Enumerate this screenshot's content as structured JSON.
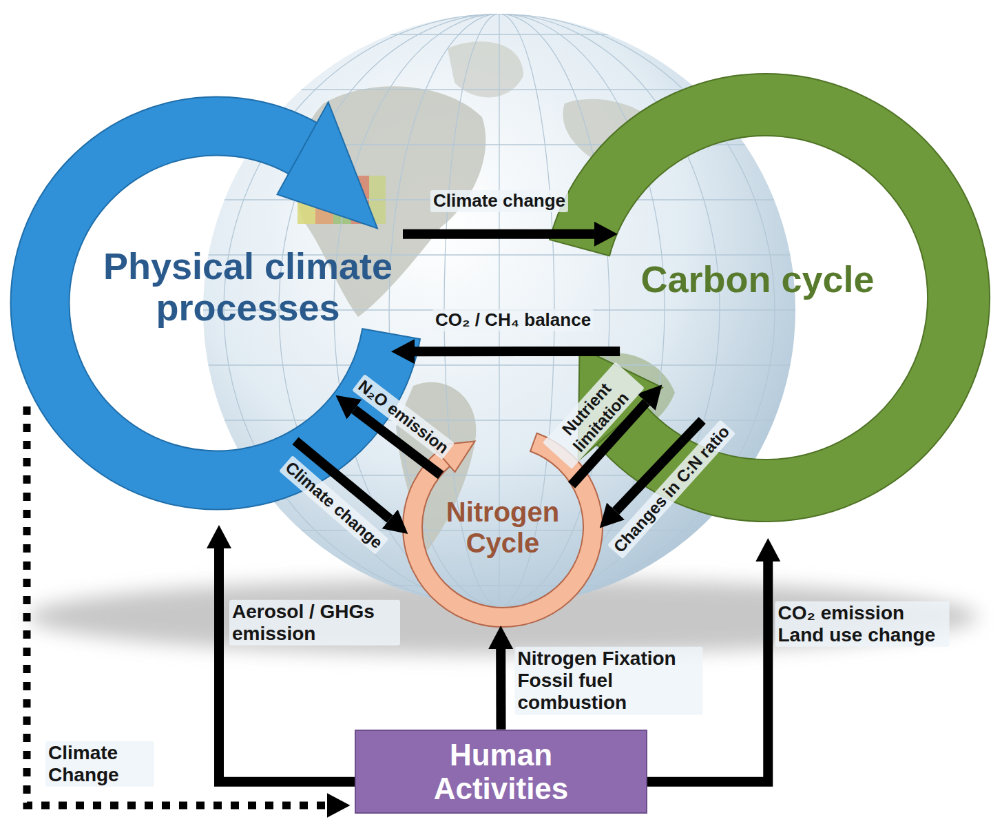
{
  "diagram": {
    "nodes": [
      {
        "text": [
          "Physical climate processes"
        ]
      },
      {
        "text": [
          "Carbon cycle"
        ]
      },
      {
        "text": [
          "Nitrogen Cycle"
        ]
      },
      {
        "text": [
          "Human Activities"
        ]
      }
    ],
    "edges": [
      {
        "from": 0,
        "to": 1,
        "label": "Climate change",
        "arrow": "to"
      },
      {
        "from": 1,
        "to": 0,
        "label": "CO₂ / CH₄ balance",
        "arrow": "to"
      },
      {
        "from": 2,
        "to": 0,
        "label": "N₂O emission",
        "arrow": "to"
      },
      {
        "from": 0,
        "to": 2,
        "label": "Climate change",
        "arrow": "to"
      },
      {
        "from": 2,
        "to": 1,
        "label": "Nutrient limitation",
        "arrow": "to"
      },
      {
        "from": 1,
        "to": 2,
        "label": "Changes in C:N ratio",
        "arrow": "to"
      },
      {
        "from": 3,
        "to": 0,
        "label": "Aerosol / GHGs emission",
        "arrow": "to"
      },
      {
        "from": 3,
        "to": 2,
        "label": "Nitrogen Fixation Fossil fuel combustion",
        "arrow": "to"
      },
      {
        "from": 3,
        "to": 1,
        "label": "CO₂ emission Land use change",
        "arrow": "to"
      },
      {
        "from": 0,
        "to": 3,
        "label": "Climate Change",
        "arrow": "to"
      }
    ]
  }
}
